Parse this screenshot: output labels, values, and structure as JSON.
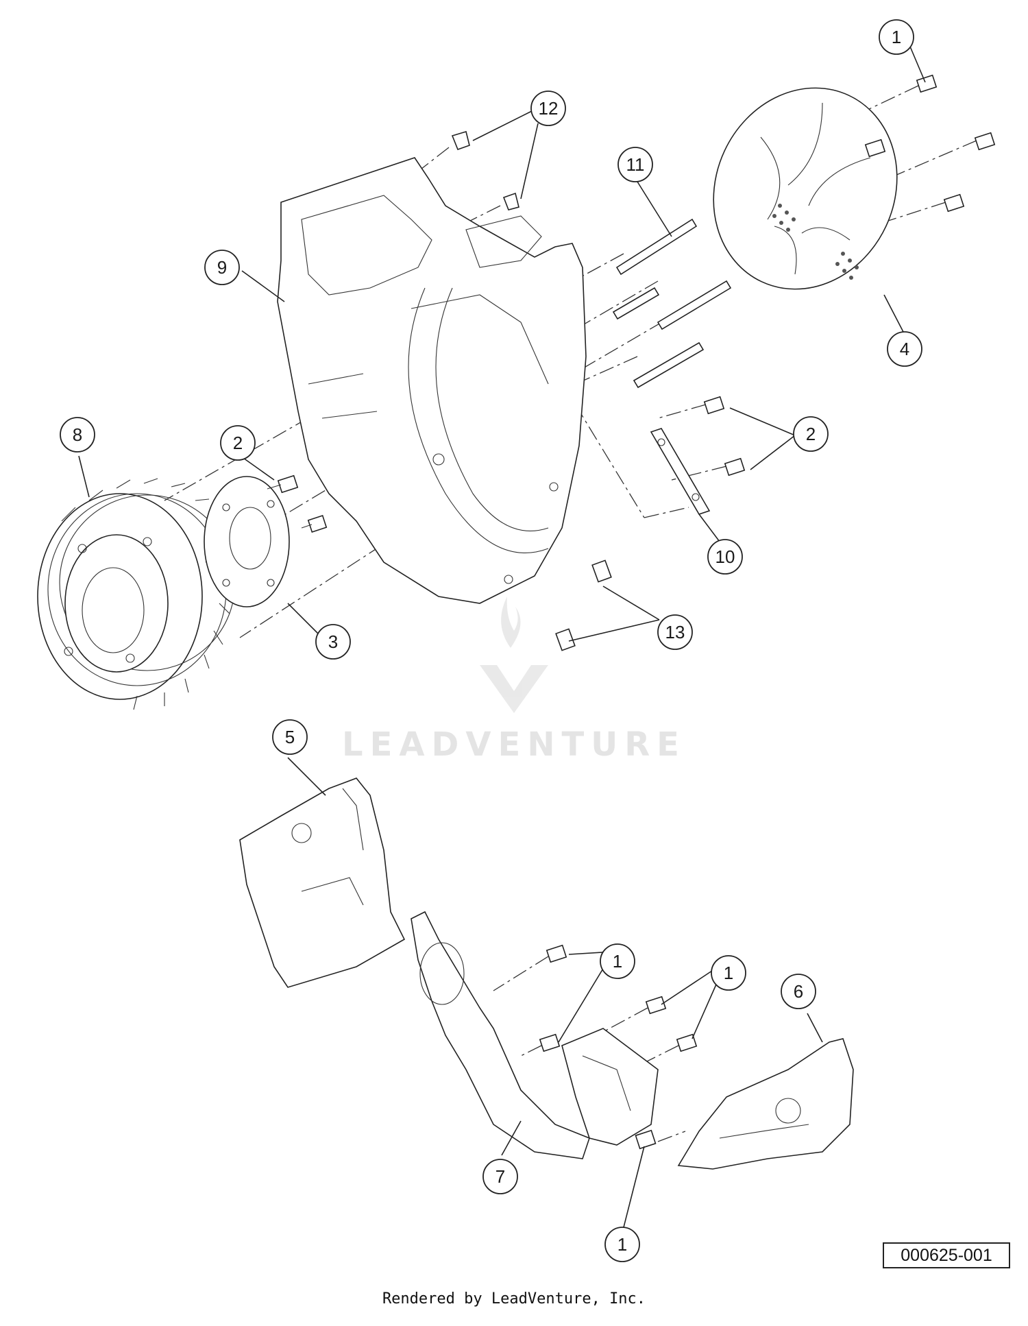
{
  "diagram": {
    "reference_number": "000625-001",
    "footer_text": "Rendered by LeadVenture, Inc.",
    "watermark_text": "LEADVENTURE",
    "callouts": [
      {
        "id": "c1a",
        "label": "1"
      },
      {
        "id": "c12",
        "label": "12"
      },
      {
        "id": "c11",
        "label": "11"
      },
      {
        "id": "c9",
        "label": "9"
      },
      {
        "id": "c4",
        "label": "4"
      },
      {
        "id": "c8",
        "label": "8"
      },
      {
        "id": "c2a",
        "label": "2"
      },
      {
        "id": "c2b",
        "label": "2"
      },
      {
        "id": "c10",
        "label": "10"
      },
      {
        "id": "c3",
        "label": "3"
      },
      {
        "id": "c13",
        "label": "13"
      },
      {
        "id": "c5",
        "label": "5"
      },
      {
        "id": "c1b",
        "label": "1"
      },
      {
        "id": "c1c",
        "label": "1"
      },
      {
        "id": "c6",
        "label": "6"
      },
      {
        "id": "c7",
        "label": "7"
      },
      {
        "id": "c1d",
        "label": "1"
      }
    ]
  }
}
